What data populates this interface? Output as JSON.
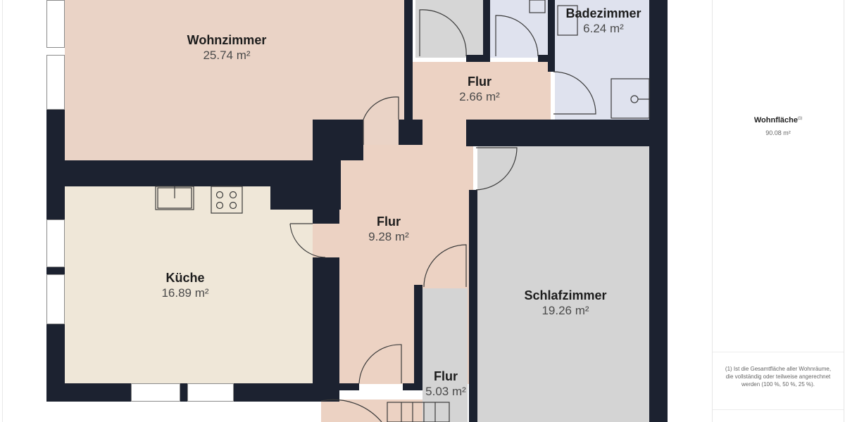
{
  "floorplan": {
    "rooms": [
      {
        "id": "wohnzimmer",
        "name": "Wohnzimmer",
        "area": "25.74 m²",
        "color": "#ead3c6"
      },
      {
        "id": "flur-top",
        "name": "Flur",
        "area": "2.66 m²",
        "color": "#ecd2c3"
      },
      {
        "id": "badezimmer",
        "name": "Badezimmer",
        "area": "6.24 m²",
        "color": "#dfe2ee"
      },
      {
        "id": "kueche",
        "name": "Küche",
        "area": "16.89 m²",
        "color": "#efe7d8"
      },
      {
        "id": "flur-mid",
        "name": "Flur",
        "area": "9.28 m²",
        "color": "#ecd2c3"
      },
      {
        "id": "schlafzimmer",
        "name": "Schlafzimmer",
        "area": "19.26 m²",
        "color": "#d4d4d4"
      },
      {
        "id": "flur-bottom",
        "name": "Flur",
        "area": "5.03 m²",
        "color": "#d4d4d4"
      }
    ],
    "colors": {
      "wall": "#1c2230",
      "storage": "#d6d6d6"
    }
  },
  "sidebar": {
    "summary_label": "Wohnfläche",
    "summary_sup": "(1)",
    "summary_value": "90.08 m²",
    "footnote": "(1) Ist die Gesamtfläche aller Wohnräume, die vollständig oder teilweise angerechnet werden (100 %, 50 %, 25 %)."
  }
}
